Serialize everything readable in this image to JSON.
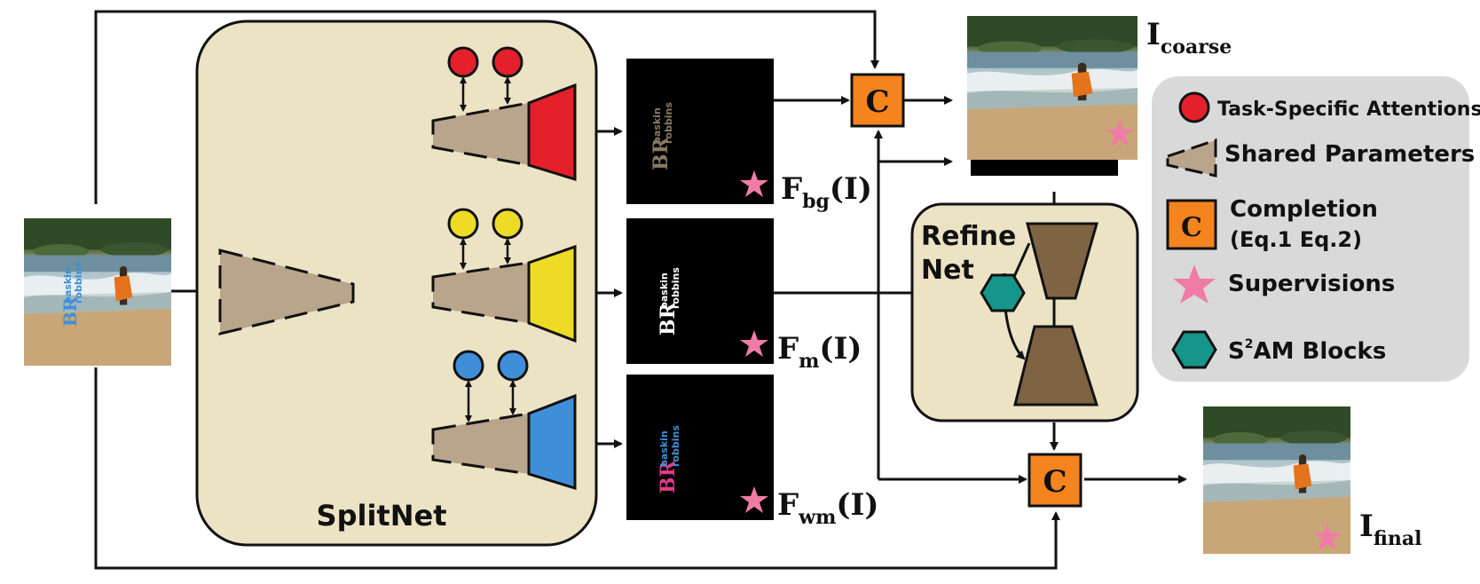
{
  "splitnet": {
    "label": "SplitNet"
  },
  "refinenet": {
    "label_line1": "Refine",
    "label_line2": "Net"
  },
  "completion": {
    "glyph": "C"
  },
  "outputs": {
    "coarse": {
      "main": "I",
      "sub": "coarse"
    },
    "final": {
      "main": "I",
      "sub": "final"
    }
  },
  "features": {
    "bg": {
      "main": "F",
      "sub": "bg",
      "arg": "(I)"
    },
    "m": {
      "main": "F",
      "sub": "m",
      "arg": "(I)"
    },
    "wm": {
      "main": "F",
      "sub": "wm",
      "arg": "(I)"
    }
  },
  "watermark": {
    "line1": "baskin",
    "line2": "robbins",
    "logo": "BR"
  },
  "legend": {
    "items": [
      {
        "key": "attention",
        "label": "Task-Specific Attentions"
      },
      {
        "key": "shared",
        "label": "Shared Parameters"
      },
      {
        "key": "completion",
        "label_line1": "Completion",
        "label_line2": "(Eq.1 Eq.2)"
      },
      {
        "key": "supervision",
        "label": "Supervisions"
      },
      {
        "key": "s2am",
        "label_pre": "S",
        "label_sup": "2",
        "label_post": "AM Blocks"
      }
    ]
  },
  "colors": {
    "panel_fill": "#ebe3c4",
    "legend_fill": "#d9d9d9",
    "encoder_fill": "#b9a58c",
    "refine_block": "#7f6444",
    "completion_fill": "#f5841f",
    "attention_bg": "#e5202b",
    "attention_m": "#eedb26",
    "attention_wm": "#3f8fd8",
    "star": "#f07ca6",
    "hexagon": "#16968a"
  }
}
